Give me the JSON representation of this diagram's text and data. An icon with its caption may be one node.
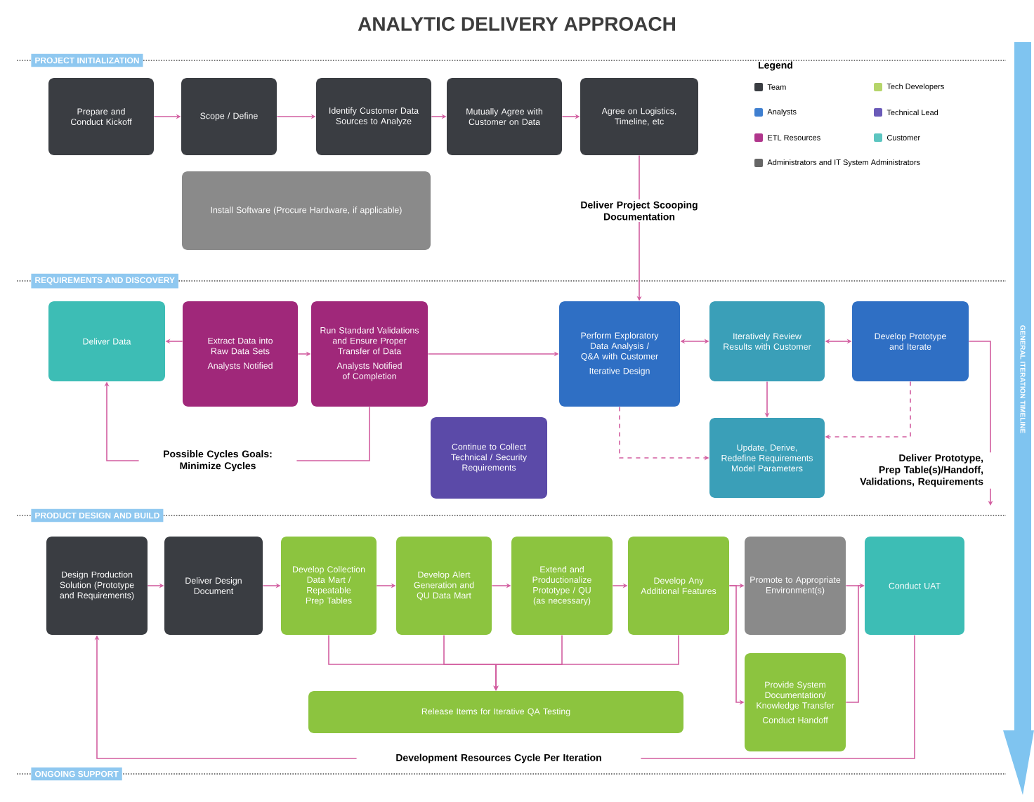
{
  "diagram": {
    "title": "ANALYTIC DELIVERY APPROACH",
    "nodes": [
      {
        "text": [
          "Prepare and Conduct Kickoff"
        ]
      },
      {
        "text": [
          "Scope / Define"
        ]
      },
      {
        "text": [
          "Identify Customer Data Sources to Analyze"
        ]
      },
      {
        "text": [
          "Mutually Agree with Customer on Data"
        ]
      },
      {
        "text": [
          "Agree on Logistics, Timeline, etc"
        ]
      },
      {
        "text": [
          "Install Software (Procure Hardware, if applicable)"
        ]
      },
      {
        "text": [
          "Deliver Project Scooping Documentation"
        ]
      },
      {
        "text": [
          "Deliver Data"
        ]
      },
      {
        "text": [
          "Extract Data into Raw Data Sets",
          "Analysts Notified"
        ]
      },
      {
        "text": [
          "Run Standard Validations and Ensure Proper Transfer of Data",
          "Analysts Notified of Completion"
        ]
      },
      {
        "text": [
          "Perform Exploratory Data Analysis / Q&A with Customer",
          "Iterative Design"
        ]
      },
      {
        "text": [
          "Iteratively Review Results with Customer"
        ]
      },
      {
        "text": [
          "Develop Prototype and Iterate"
        ]
      },
      {
        "text": [
          "Continue to Collect Technical / Security Requirements"
        ]
      },
      {
        "text": [
          "Update, Derive, Redefine Requirements Model Parameters"
        ]
      },
      {
        "text": [
          "Possible Cycles Goals: Minimize Cycles"
        ]
      },
      {
        "text": [
          "Deliver Prototype, Prep Table(s)/Handoff, Validations, Requirements"
        ]
      },
      {
        "text": [
          "Design Production Solution (Prototype and Requirements)"
        ]
      },
      {
        "text": [
          "Deliver Design Document"
        ]
      },
      {
        "text": [
          "Develop Collection Data Mart / Repeatable Prep Tables"
        ]
      },
      {
        "text": [
          "Develop Alert Generation and QU Data Mart"
        ]
      },
      {
        "text": [
          "Extend and Productionalize Prototype / QU (as necessary)"
        ]
      },
      {
        "text": [
          "Develop Any Additional Features"
        ]
      },
      {
        "text": [
          "Promote to Appropriate Environment(s)"
        ]
      },
      {
        "text": [
          "Conduct UAT"
        ]
      },
      {
        "text": [
          "Release Items for Iterative QA Testing"
        ]
      },
      {
        "text": [
          "Provide System Documentation/ Knowledge Transfer",
          "Conduct Handoff"
        ]
      },
      {
        "text": [
          "Development Resources Cycle Per Iteration"
        ]
      }
    ],
    "edges": [
      {
        "from": 0,
        "to": 1,
        "arrow": "to"
      },
      {
        "from": 1,
        "to": 2,
        "arrow": "to"
      },
      {
        "from": 2,
        "to": 3,
        "arrow": "to"
      },
      {
        "from": 3,
        "to": 4,
        "arrow": "to"
      },
      {
        "from": 4,
        "to": 6,
        "arrow": "none"
      },
      {
        "from": 6,
        "to": 10,
        "arrow": "to"
      },
      {
        "from": 8,
        "to": 7,
        "arrow": "to"
      },
      {
        "from": 8,
        "to": 9,
        "arrow": "to"
      },
      {
        "from": 9,
        "to": 10,
        "arrow": "to"
      },
      {
        "from": 10,
        "to": 11,
        "arrow": "both"
      },
      {
        "from": 11,
        "to": 12,
        "arrow": "both"
      },
      {
        "from": 11,
        "to": 14,
        "arrow": "to"
      },
      {
        "from": 10,
        "to": 14,
        "arrow": "to",
        "style": "dashed"
      },
      {
        "from": 12,
        "to": 14,
        "arrow": "to",
        "style": "dashed"
      },
      {
        "from": 9,
        "to": 15,
        "arrow": "none"
      },
      {
        "from": 15,
        "to": 7,
        "arrow": "to"
      },
      {
        "from": 12,
        "to": 16,
        "arrow": "none"
      },
      {
        "from": 16,
        "to": null,
        "arrow": "to"
      },
      {
        "from": 17,
        "to": 18,
        "arrow": "to"
      },
      {
        "from": 18,
        "to": 19,
        "arrow": "to"
      },
      {
        "from": 19,
        "to": 20,
        "arrow": "to"
      },
      {
        "from": 20,
        "to": 21,
        "arrow": "to"
      },
      {
        "from": 21,
        "to": 22,
        "arrow": "to"
      },
      {
        "from": 19,
        "to": 25,
        "arrow": "to"
      },
      {
        "from": 20,
        "to": 25,
        "arrow": "to"
      },
      {
        "from": 21,
        "to": 25,
        "arrow": "to"
      },
      {
        "from": 22,
        "to": 25,
        "arrow": "to"
      },
      {
        "from": 22,
        "to": 23,
        "arrow": "to"
      },
      {
        "from": 22,
        "to": 26,
        "arrow": "to"
      },
      {
        "from": 23,
        "to": 24,
        "arrow": "to"
      },
      {
        "from": 26,
        "to": 24,
        "arrow": "to"
      },
      {
        "from": 24,
        "to": 27,
        "arrow": "none"
      },
      {
        "from": 27,
        "to": 17,
        "arrow": "to"
      }
    ],
    "labels": [
      "PROJECT INITIALIZATION",
      "REQUIREMENTS AND DISCOVERY",
      "PRODUCT DESIGN AND BUILD",
      "ONGOING SUPPORT",
      "Legend",
      "GENERAL ITERATION TIMELINE"
    ],
    "legend": [
      {
        "text": "Team",
        "color": "#3a3d42"
      },
      {
        "text": "Tech Developers",
        "color": "#b5d56a"
      },
      {
        "text": "Analysts",
        "color": "#3f7fd0"
      },
      {
        "text": "Technical Lead",
        "color": "#6a5ab8"
      },
      {
        "text": "ETL Resources",
        "color": "#b0368c"
      },
      {
        "text": "Customer",
        "color": "#5cc5c0"
      },
      {
        "text": "Administrators and IT System Administrators",
        "color": "#666666"
      }
    ]
  }
}
